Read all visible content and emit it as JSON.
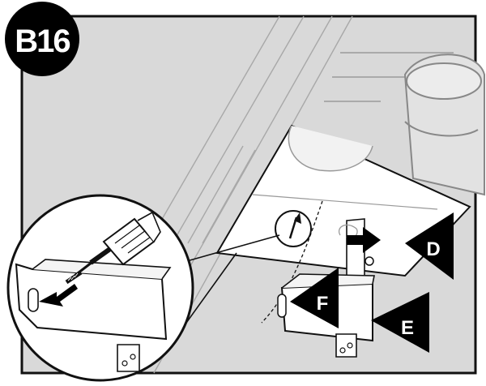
{
  "step": {
    "label": "B16"
  },
  "callouts": [
    {
      "id": "D",
      "label": "D"
    },
    {
      "id": "E",
      "label": "E"
    },
    {
      "id": "F",
      "label": "F"
    }
  ],
  "colors": {
    "panel_bg": "#d9d9d9",
    "part_white": "#ffffff",
    "outline": "#111111",
    "badge": "#000000"
  },
  "icons": {
    "screwdriver": "screwdriver-icon",
    "magnifier": "detail-magnifier-icon"
  }
}
